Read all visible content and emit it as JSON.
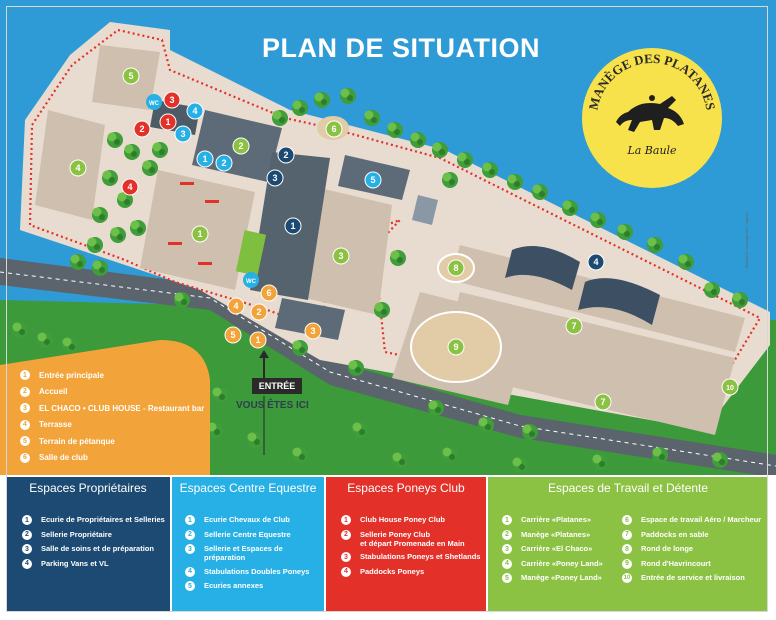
{
  "title": "PLAN DE SITUATION",
  "logo": {
    "name": "MANÈGE DES PLATANES",
    "town": "La Baule"
  },
  "colors": {
    "owners": "#1c4a72",
    "centre": "#27b0e6",
    "poney": "#e3312a",
    "travail": "#8cc243",
    "orange": "#f2a33a",
    "yellow": "#f8e24b"
  },
  "orange_legend": [
    {
      "num": "1",
      "label": "Entrée principale"
    },
    {
      "num": "2",
      "label": "Accueil"
    },
    {
      "num": "3",
      "label": "EL CHACO • CLUB HOUSE - Restaurant bar"
    },
    {
      "num": "4",
      "label": "Terrasse"
    },
    {
      "num": "5",
      "label": "Terrain de pétanque"
    },
    {
      "num": "6",
      "label": "Salle de club"
    }
  ],
  "entry_label": "ENTRÉE",
  "you_are_here": "VOUS ÊTES ICI",
  "wc": "WC",
  "credit": "Illustration : www.agence.fr - Agence",
  "panels": {
    "owners": {
      "title": "Espaces Propriétaires",
      "items": [
        {
          "num": "1",
          "label": "Ecurie de Propriétaires et Selleries"
        },
        {
          "num": "2",
          "label": "Sellerie Propriétaire"
        },
        {
          "num": "3",
          "label": "Salle de soins et de préparation"
        },
        {
          "num": "4",
          "label": "Parking Vans et VL"
        }
      ]
    },
    "centre": {
      "title": "Espaces Centre Equestre",
      "items": [
        {
          "num": "1",
          "label": "Ecurie Chevaux de Club"
        },
        {
          "num": "2",
          "label": "Sellerie Centre Equestre"
        },
        {
          "num": "3",
          "label": "Sellerie et Espaces de préparation"
        },
        {
          "num": "4",
          "label": "Stabulations Doubles Poneys"
        },
        {
          "num": "5",
          "label": "Ecuries annexes"
        }
      ]
    },
    "poney": {
      "title": "Espaces Poneys Club",
      "items": [
        {
          "num": "1",
          "label": "Club House Poney Club"
        },
        {
          "num": "2",
          "label": "Sellerie Poney Club\net départ Promenade en Main"
        },
        {
          "num": "3",
          "label": "Stabulations Poneys et Shetlands"
        },
        {
          "num": "4",
          "label": "Paddocks Poneys"
        }
      ]
    },
    "travail": {
      "title": "Espaces de Travail et Détente",
      "items_left": [
        {
          "num": "1",
          "label": "Carrière «Platanes»"
        },
        {
          "num": "2",
          "label": "Manège «Platanes»"
        },
        {
          "num": "3",
          "label": "Carrière «El Chaco»"
        },
        {
          "num": "4",
          "label": "Carrière «Poney Land»"
        },
        {
          "num": "5",
          "label": "Manège «Poney Land»"
        }
      ],
      "items_right": [
        {
          "num": "6",
          "label": "Espace de travail Aéro / Marcheur"
        },
        {
          "num": "7",
          "label": "Paddocks en sable"
        },
        {
          "num": "8",
          "label": "Rond de longe"
        },
        {
          "num": "9",
          "label": "Rond d'Havrincourt"
        },
        {
          "num": "10",
          "label": "Entrée de service et livraison"
        }
      ]
    }
  },
  "markers": [
    {
      "id": "5",
      "color": "travail"
    },
    {
      "id": "4",
      "color": "travail"
    },
    {
      "id": "1",
      "color": "travail"
    },
    {
      "id": "2",
      "color": "travail"
    },
    {
      "id": "3",
      "color": "travail"
    },
    {
      "id": "6",
      "color": "travail"
    },
    {
      "id": "8",
      "color": "travail"
    },
    {
      "id": "9",
      "color": "travail"
    },
    {
      "id": "7",
      "color": "travail"
    },
    {
      "id": "7",
      "color": "travail"
    },
    {
      "id": "10",
      "color": "travail"
    },
    {
      "id": "3",
      "color": "poney"
    },
    {
      "id": "1",
      "color": "poney"
    },
    {
      "id": "2",
      "color": "poney"
    },
    {
      "id": "4",
      "color": "poney"
    },
    {
      "id": "4",
      "color": "centre"
    },
    {
      "id": "3",
      "color": "centre"
    },
    {
      "id": "1",
      "color": "centre"
    },
    {
      "id": "2",
      "color": "centre"
    },
    {
      "id": "5",
      "color": "centre"
    },
    {
      "id": "2",
      "color": "owners"
    },
    {
      "id": "3",
      "color": "owners"
    },
    {
      "id": "1",
      "color": "owners"
    },
    {
      "id": "4",
      "color": "owners"
    },
    {
      "id": "6",
      "color": "orange"
    },
    {
      "id": "4",
      "color": "orange"
    },
    {
      "id": "2",
      "color": "orange"
    },
    {
      "id": "5",
      "color": "orange"
    },
    {
      "id": "1",
      "color": "orange"
    },
    {
      "id": "3",
      "color": "orange"
    }
  ]
}
